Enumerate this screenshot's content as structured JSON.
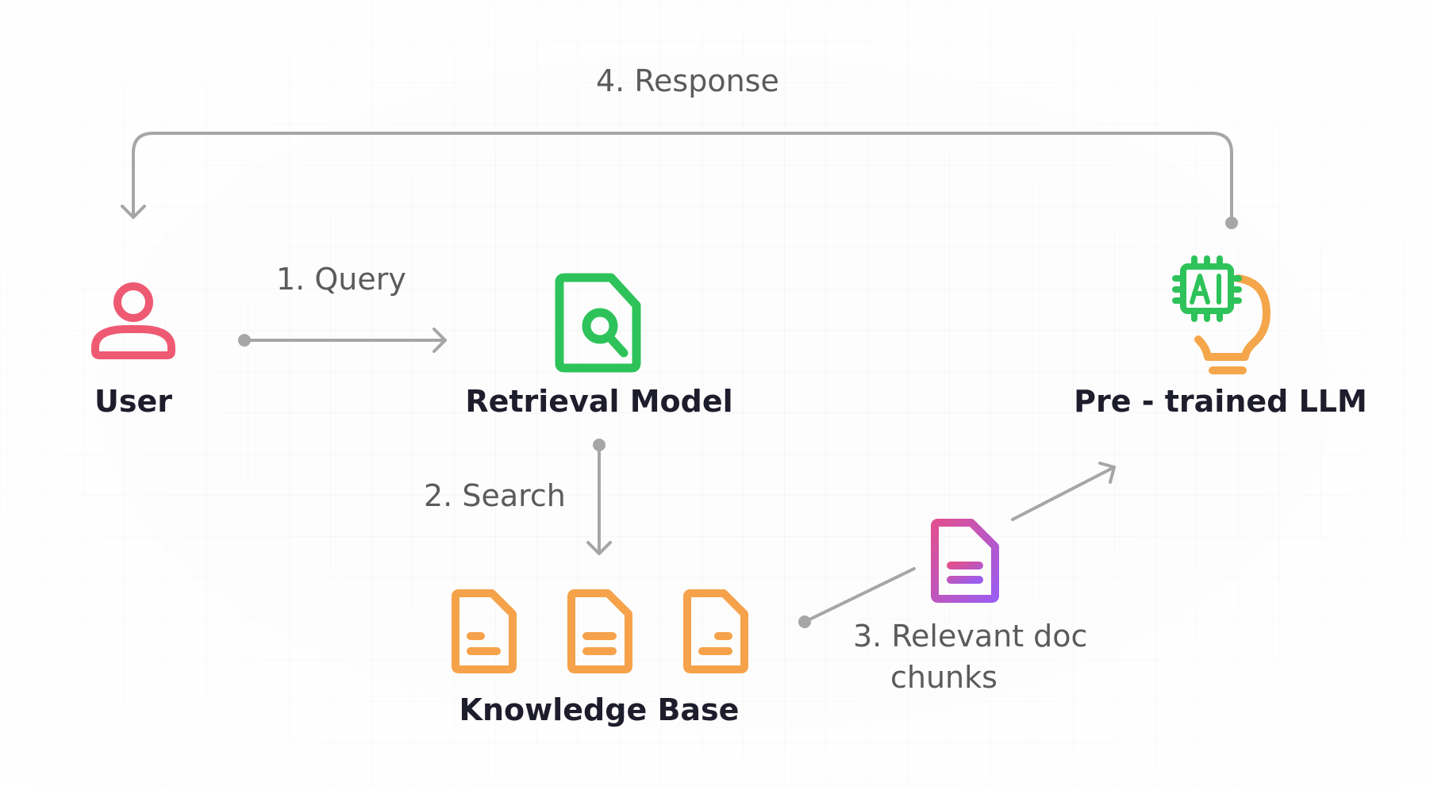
{
  "labels": {
    "response": "4. Response",
    "query": "1. Query",
    "search": "2. Search",
    "relevant": "3. Relevant doc",
    "chunks": "chunks"
  },
  "nodes": {
    "user": "User",
    "retrieval": "Retrieval Model",
    "llm": "Pre - trained  LLM",
    "kb": "Knowledge Base"
  },
  "icons": {
    "user": "user-icon",
    "retrieval": "document-search-icon",
    "llm": "ai-chip-lightbulb-icon",
    "documents": "document-icon",
    "chunk": "document-chunk-icon"
  },
  "colors": {
    "user": "#ef5a73",
    "retrieval": "#2ec35a",
    "llm_chip": "#2ec35a",
    "llm_bulb": "#f5a64a",
    "documents": "#f5a24a",
    "chunk_start": "#e0508f",
    "chunk_end": "#9b5cf0",
    "arrow": "#a6a6a6",
    "label_text": "#5b5b5e",
    "node_text": "#1d1d2c"
  }
}
